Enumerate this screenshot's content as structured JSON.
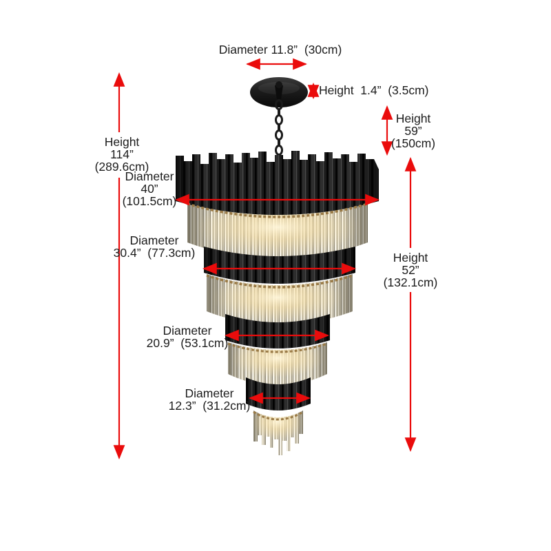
{
  "diagram_title": "chandelier-dimension-diagram",
  "labels": {
    "canopy_diameter": "Diameter 11.8”  (30cm)",
    "canopy_height": "Height  1.4”  (3.5cm)",
    "chain_height": "Height\n59”\n(150cm)",
    "total_height": "Height\n114”\n(289.6cm)",
    "body_height": "Height\n52”\n(132.1cm)",
    "tier1_diameter": "Diameter\n40”\n(101.5cm)",
    "tier2_diameter": "Diameter\n30.4”  (77.3cm)",
    "tier3_diameter": "Diameter\n20.9”  (53.1cm)",
    "tier4_diameter": "Diameter\n12.3”  (31.2cm)"
  },
  "colors": {
    "arrow": "#ea0c0c",
    "text": "#1c1c1c",
    "background": "#ffffff",
    "fixture_black": "#121212",
    "crystal": "#e7e1d1",
    "warm_glow": "#ffe9b8"
  }
}
